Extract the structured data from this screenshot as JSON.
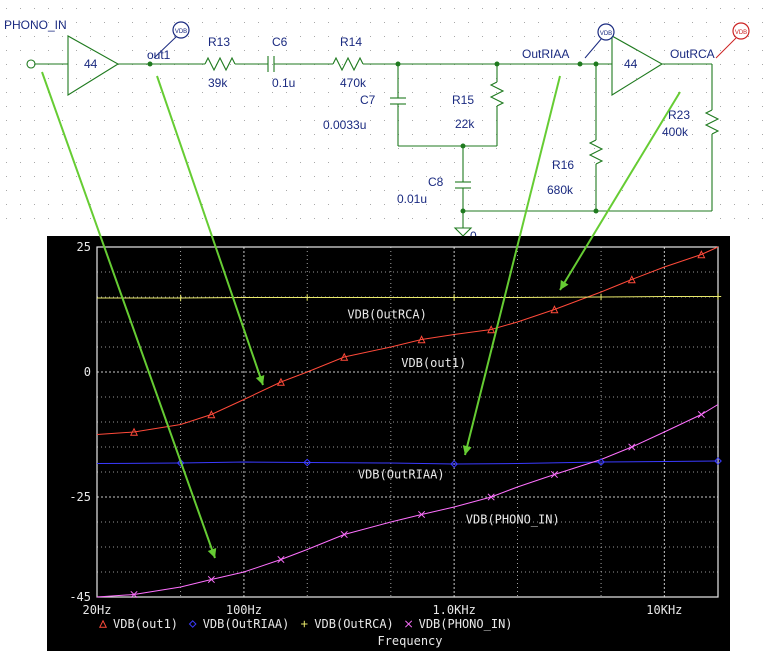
{
  "schematic": {
    "labels": {
      "phono_in": "PHONO_IN",
      "out1": "out1",
      "out_riaa": "OutRIAA",
      "out_rca": "OutRCA",
      "gain1": "44",
      "gain2": "44",
      "vdb_marker1": "VDB",
      "vdb_marker2": "VDB",
      "vdb_marker3": "VDB",
      "ground": "0"
    },
    "components": [
      {
        "id": "r13",
        "name": "R13",
        "value": "39k"
      },
      {
        "id": "c6",
        "name": "C6",
        "value": "0.1u"
      },
      {
        "id": "r14",
        "name": "R14",
        "value": "470k"
      },
      {
        "id": "c7",
        "name": "C7",
        "value": "0.0033u"
      },
      {
        "id": "r15",
        "name": "R15",
        "value": "22k"
      },
      {
        "id": "c8",
        "name": "C8",
        "value": "0.01u"
      },
      {
        "id": "r16",
        "name": "R16",
        "value": "680k"
      },
      {
        "id": "r23",
        "name": "R23",
        "value": "400k"
      }
    ]
  },
  "colors": {
    "plot_bg": "#000000",
    "grid": "#c8c8c8",
    "out1": "#ff4a3a",
    "out_riaa": "#3a3aff",
    "out_rca": "#e8e86a",
    "phono_in": "#ff70ff",
    "arrow": "#66cc33",
    "wire": "#1f7a1f"
  },
  "chart_data": {
    "type": "line",
    "xlabel": "Frequency",
    "ylabel": "",
    "xscale": "log",
    "xlim": [
      20,
      18000
    ],
    "ylim": [
      -45,
      25
    ],
    "x_ticks": [
      20,
      100,
      1000,
      10000
    ],
    "x_tick_labels": [
      "20Hz",
      "100Hz",
      "1.0KHz",
      "10KHz"
    ],
    "y_ticks": [
      25,
      0,
      -25,
      -45
    ],
    "y_tick_labels": [
      "25",
      "0",
      "-25",
      "-45"
    ],
    "grid": true,
    "legend_position": "bottom",
    "series": [
      {
        "name": "VDB(out1)",
        "marker": "triangle",
        "color": "#ff4a3a",
        "x": [
          20,
          30,
          50,
          70,
          100,
          150,
          200,
          300,
          500,
          700,
          1000,
          1500,
          2000,
          3000,
          5000,
          7000,
          10000,
          15000,
          18000
        ],
        "y": [
          -12.5,
          -12.0,
          -10.5,
          -8.5,
          -5.5,
          -2.0,
          0.0,
          3.0,
          5.0,
          6.5,
          7.5,
          8.5,
          10.0,
          12.5,
          16.0,
          18.5,
          21.0,
          23.5,
          25.0
        ],
        "annotation": {
          "text": "VDB(out1)",
          "x": 800,
          "y": 1.8
        }
      },
      {
        "name": "VDB(OutRIAA)",
        "marker": "diamond",
        "color": "#3a3aff",
        "x": [
          20,
          50,
          100,
          200,
          500,
          1000,
          2000,
          5000,
          10000,
          18000
        ],
        "y": [
          -18.3,
          -18.2,
          -18.0,
          -18.1,
          -18.2,
          -18.4,
          -18.3,
          -18.0,
          -17.9,
          -17.8
        ],
        "annotation": {
          "text": "VDB(OutRIAA)",
          "x": 560,
          "y": -20.5
        }
      },
      {
        "name": "VDB(OutRCA)",
        "marker": "plus",
        "color": "#e8e86a",
        "x": [
          20,
          50,
          100,
          200,
          500,
          1000,
          2000,
          5000,
          10000,
          18000
        ],
        "y": [
          14.8,
          14.8,
          14.9,
          14.9,
          14.9,
          14.9,
          14.9,
          15.0,
          15.1,
          15.1
        ],
        "annotation": {
          "text": "VDB(OutRCA)",
          "x": 480,
          "y": 11.5
        }
      },
      {
        "name": "VDB(PHONO_IN)",
        "marker": "x",
        "color": "#ff70ff",
        "x": [
          20,
          30,
          50,
          70,
          100,
          150,
          200,
          300,
          500,
          700,
          1000,
          1500,
          2000,
          3000,
          5000,
          7000,
          10000,
          15000,
          18000
        ],
        "y": [
          -45,
          -44.5,
          -43,
          -41.5,
          -40,
          -37.5,
          -35.5,
          -32.5,
          -30,
          -28.5,
          -27,
          -25,
          -23,
          -20.5,
          -17.5,
          -15,
          -12,
          -8.5,
          -6.5
        ],
        "annotation": {
          "text": "VDB(PHONO_IN)",
          "x": 1900,
          "y": -29.5
        }
      }
    ]
  }
}
